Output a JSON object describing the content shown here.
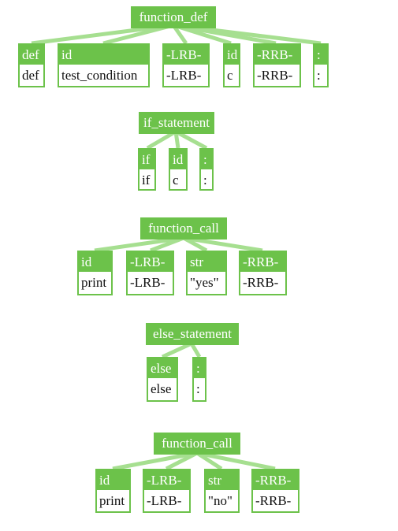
{
  "trees": [
    {
      "root": "function_def",
      "children": [
        {
          "type": "def",
          "value": "def"
        },
        {
          "type": "id",
          "value": "test_condition"
        },
        {
          "type": "-LRB-",
          "value": "-LRB-"
        },
        {
          "type": "id",
          "value": "c"
        },
        {
          "type": "-RRB-",
          "value": "-RRB-"
        },
        {
          "type": ":",
          "value": ":"
        }
      ]
    },
    {
      "root": "if_statement",
      "children": [
        {
          "type": "if",
          "value": "if"
        },
        {
          "type": "id",
          "value": "c"
        },
        {
          "type": ":",
          "value": ":"
        }
      ]
    },
    {
      "root": "function_call",
      "children": [
        {
          "type": "id",
          "value": "print"
        },
        {
          "type": "-LRB-",
          "value": "-LRB-"
        },
        {
          "type": "str",
          "value": "\"yes\""
        },
        {
          "type": "-RRB-",
          "value": "-RRB-"
        }
      ]
    },
    {
      "root": "else_statement",
      "children": [
        {
          "type": "else",
          "value": "else"
        },
        {
          "type": ":",
          "value": ":"
        }
      ]
    },
    {
      "root": "function_call",
      "children": [
        {
          "type": "id",
          "value": "print"
        },
        {
          "type": "-LRB-",
          "value": "-LRB-"
        },
        {
          "type": "str",
          "value": "\"no\""
        },
        {
          "type": "-RRB-",
          "value": "-RRB-"
        }
      ]
    }
  ],
  "colors": {
    "node_fill": "#6cc24a",
    "edge": "#9fdc8a",
    "text_on_node": "#ffffff",
    "leaf_text": "#111111"
  }
}
